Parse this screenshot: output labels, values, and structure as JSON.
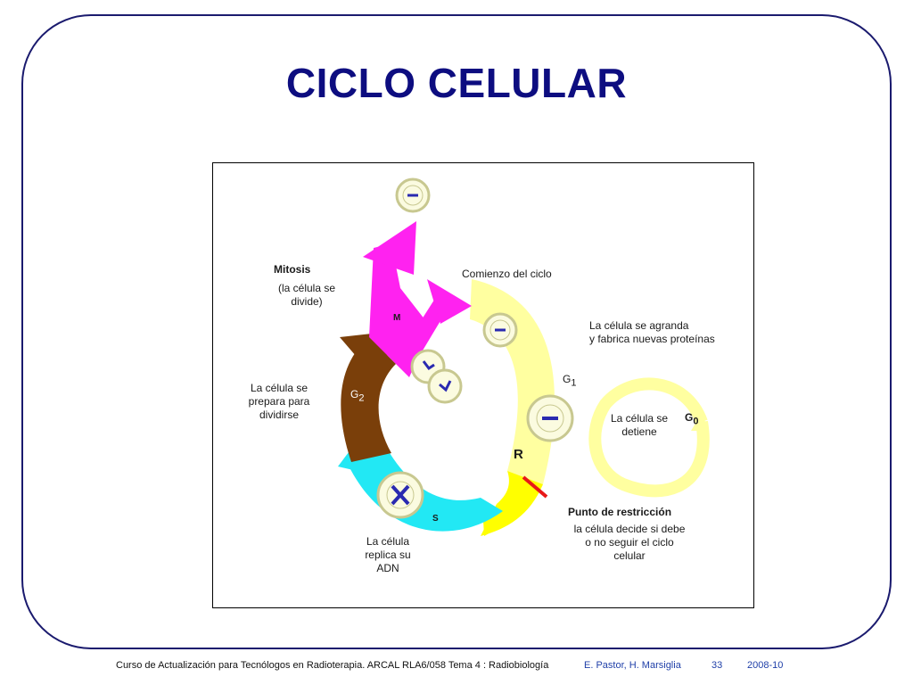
{
  "title": "CICLO CELULAR",
  "diagram": {
    "mitosis_title": "Mitosis",
    "mitosis_desc": "(la célula se\ndivide)",
    "phase_m": "M",
    "comienzo": "Comienzo del ciclo",
    "g1_desc": "La célula se agranda\ny fabrica nuevas proteínas",
    "g1_letter": "G",
    "g1_sub": "1",
    "g2_desc": "La célula se\nprepara para\ndividirse",
    "g2_letter": "G",
    "g2_sub": "2",
    "g0_desc": "La célula se\ndetiene",
    "g0_letter": "G",
    "g0_sub": "0",
    "r_label": "R",
    "punto_title": "Punto de restricción",
    "punto_desc": "la célula decide si debe\no no seguir el ciclo\ncelular",
    "s_letter": "S",
    "s_desc": "La célula\nreplica su\nADN",
    "colors": {
      "mitosis": "#ff22f0",
      "g1": "#ffffa0",
      "g2": "#7a3f0a",
      "s": "#22e8f4",
      "restriction": "#ffff00",
      "restriction_line": "#e81818",
      "cell_fill": "#fbfbe0",
      "cell_stroke": "#c8c890",
      "chromosome": "#2a2ab0"
    }
  },
  "footer": {
    "course": "Curso de Actualización para Tecnólogos en Radioterapia.  ARCAL RLA6/058   Tema 4 : Radiobiología",
    "authors": "E. Pastor, H. Marsiglia",
    "page": "33",
    "date": "2008-10"
  }
}
